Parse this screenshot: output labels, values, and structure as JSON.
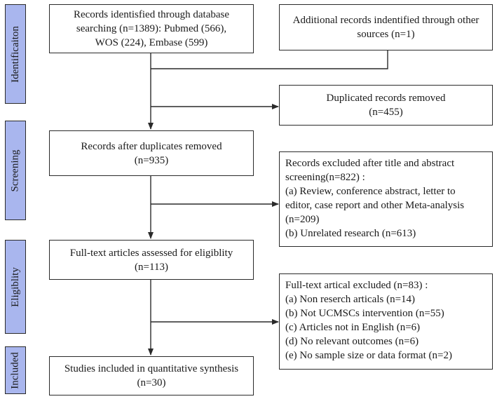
{
  "phases": {
    "identification": "Identificaiton",
    "screening": "Screening",
    "eligibility": "Eligiblity",
    "included": "Included"
  },
  "boxes": {
    "db_search": {
      "lines": [
        "Records identisfied through database",
        "searching (n=1389): Pubmed (566),",
        "WOS (224), Embase (599)"
      ]
    },
    "other_sources": {
      "lines": [
        "Additional records indentified through other",
        "sources (n=1)"
      ]
    },
    "duplicates_removed": {
      "lines": [
        "Duplicated records removed",
        "(n=455)"
      ]
    },
    "after_duplicates": {
      "lines": [
        "Records after duplicates removed",
        "(n=935)"
      ]
    },
    "excluded_title_abstract": {
      "lines": [
        "Records excluded after title and abstract",
        "screening(n=822) :",
        "(a) Review, conference abstract, letter to",
        "editor, case report and other Meta-analysis",
        "(n=209)",
        "(b) Unrelated research (n=613)"
      ]
    },
    "fulltext_assessed": {
      "lines": [
        "Full-text articles assessed for eligiblity",
        "(n=113)"
      ]
    },
    "fulltext_excluded": {
      "lines": [
        "Full-text artical excluded (n=83) :",
        "(a) Non reserch articals (n=14)",
        "(b) Not UCMSCs intervention (n=55)",
        "(c) Articles not in English (n=6)",
        "(d) No relevant outcomes (n=6)",
        "(e) No sample size or data format (n=2)"
      ]
    },
    "included_studies": {
      "lines": [
        "Studies included in quantitative synthesis",
        "(n=30)"
      ]
    }
  }
}
